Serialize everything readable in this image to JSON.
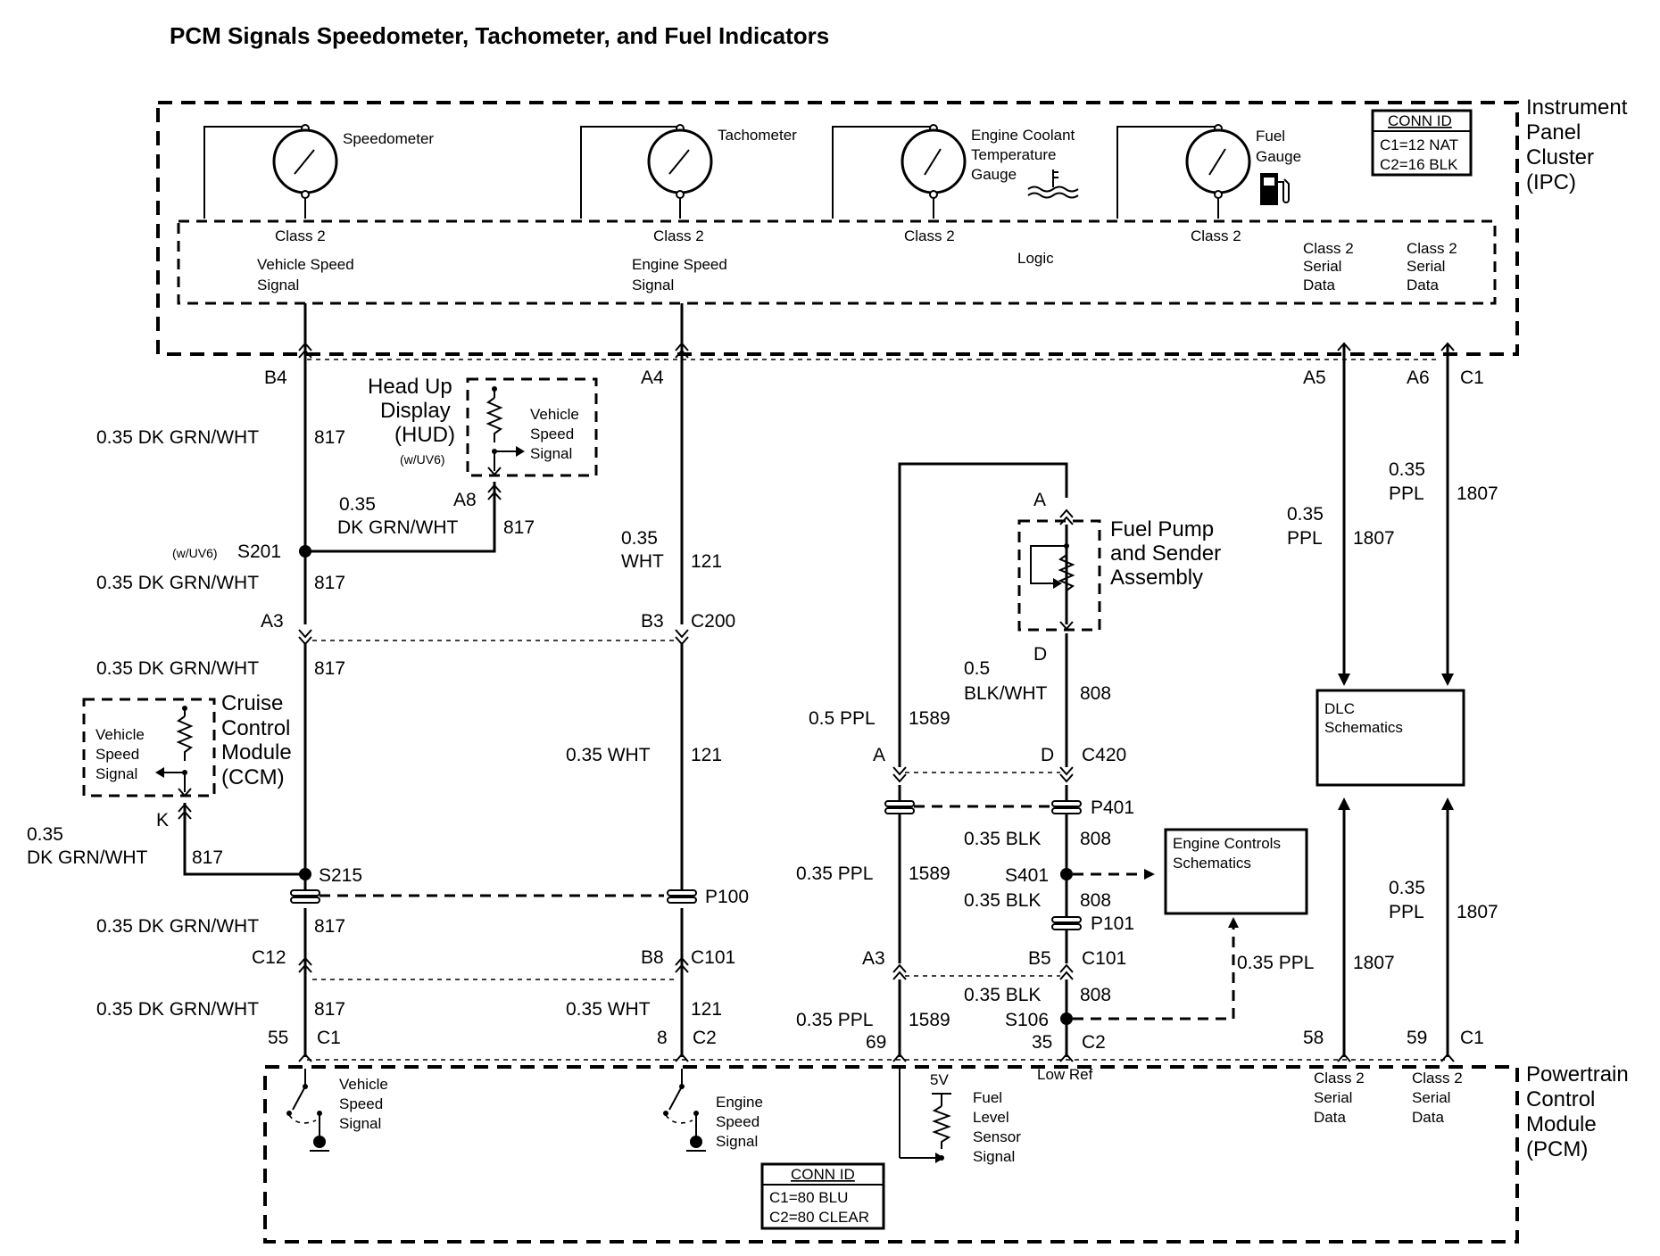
{
  "title": "PCM Signals Speedometer, Tachometer, and Fuel  Indicators",
  "ipc": {
    "label": [
      "Instrument",
      "Panel",
      "Cluster",
      "(IPC)"
    ],
    "conn_id": {
      "header": "CONN ID",
      "lines": [
        "C1=12 NAT",
        "C2=16 BLK"
      ]
    },
    "gauges": {
      "speedometer": "Speedometer",
      "tachometer": "Tachometer",
      "ect": [
        "Engine Coolant",
        "Temperature",
        "Gauge"
      ],
      "fuel": [
        "Fuel",
        "Gauge"
      ]
    },
    "class2": "Class 2",
    "logic": "Logic",
    "vehicle_speed_signal": [
      "Vehicle Speed",
      "Signal"
    ],
    "engine_speed_signal": [
      "Engine Speed",
      "Signal"
    ],
    "serial_data": [
      "Class 2",
      "Serial",
      "Data"
    ]
  },
  "hud": {
    "label": [
      "Head Up",
      "Display",
      "(HUD)"
    ],
    "option": "(w/UV6)",
    "signal": [
      "Vehicle",
      "Speed",
      "Signal"
    ],
    "pin": "A8",
    "wire_gauge": "0.35",
    "wire_color": "DK GRN/WHT",
    "circuit": "817"
  },
  "ccm": {
    "label": [
      "Cruise",
      "Control",
      "Module",
      "(CCM)"
    ],
    "signal": [
      "Vehicle",
      "Speed",
      "Signal"
    ],
    "pin": "K",
    "wire_gauge": "0.35",
    "wire_color": "DK GRN/WHT",
    "circuit": "817"
  },
  "fuel_pump": {
    "label": [
      "Fuel Pump",
      "and Sender",
      "Assembly"
    ],
    "pin_top": "A",
    "pin_bottom": "D",
    "wire_gauge": "0.5",
    "wire_color": "BLK/WHT",
    "circuit": "808"
  },
  "dlc": {
    "label": [
      "DLC",
      "Schematics"
    ]
  },
  "engine_controls": {
    "label": [
      "Engine Controls",
      "Schematics"
    ]
  },
  "pcm": {
    "label": [
      "Powertrain",
      "Control",
      "Module",
      "(PCM)"
    ],
    "conn_id": {
      "header": "CONN ID",
      "lines": [
        "C1=80 BLU",
        "C2=80 CLEAR"
      ]
    },
    "vehicle_speed_signal": [
      "Vehicle",
      "Speed",
      "Signal"
    ],
    "engine_speed_signal": [
      "Engine",
      "Speed",
      "Signal"
    ],
    "fuel_level": [
      "Fuel",
      "Level",
      "Sensor",
      "Signal"
    ],
    "five_v": "5V",
    "low_ref": "Low Ref",
    "serial_data": [
      "Class 2",
      "Serial",
      "Data"
    ]
  },
  "wires": {
    "vss_main": "0.35 DK GRN/WHT",
    "c817": "817",
    "wht_main": "0.35 WHT",
    "wht_gauge": "0.35",
    "wht_color": "WHT",
    "c121": "121",
    "ppl_05": "0.5 PPL",
    "ppl_035": "0.35 PPL",
    "c1589": "1589",
    "blk_035": "0.35 BLK",
    "c808": "808",
    "ppl_gauge": "0.35",
    "ppl_color": "PPL",
    "c1807": "1807"
  },
  "connectors": {
    "b4": "B4",
    "a4": "A4",
    "a5": "A5",
    "a6": "A6",
    "c1": "C1",
    "s201_opt": "(w/UV6)",
    "s201": "S201",
    "a3": "A3",
    "b3": "B3",
    "c200": "C200",
    "conn_a": "A",
    "conn_d": "D",
    "c420": "C420",
    "p401": "P401",
    "s401": "S401",
    "p101": "P101",
    "s215": "S215",
    "p100": "P100",
    "c12": "C12",
    "b8": "B8",
    "c101": "C101",
    "b5": "B5",
    "s106": "S106",
    "p55": "55",
    "p8": "8",
    "p69": "69",
    "p35": "35",
    "p58": "58",
    "p59": "59",
    "c2": "C2"
  }
}
